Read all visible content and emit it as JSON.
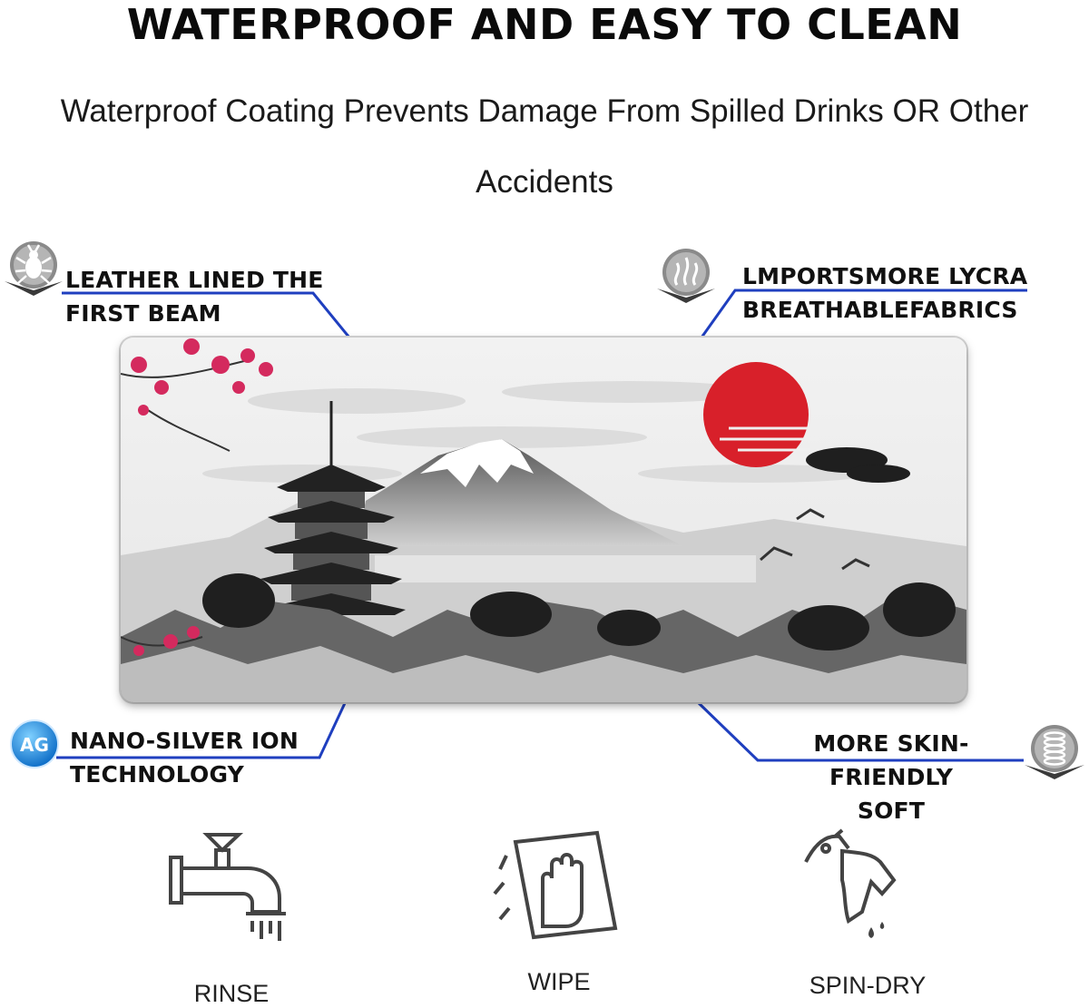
{
  "header": {
    "title": "WATERPROOF AND EASY TO CLEAN",
    "subtitle": "Waterproof Coating Prevents Damage From Spilled Drinks OR Other Accidents"
  },
  "features": {
    "top_left": {
      "line1": "LEATHER LINED THE",
      "line2": "FIRST BEAM",
      "icon": "beetle-icon"
    },
    "top_right": {
      "line1": "LMPORTSMORE LYCRA",
      "line2": "BREATHABLEFABRICS",
      "icon": "heat-waves-icon"
    },
    "bottom_left": {
      "line1": "NANO-SILVER ION",
      "line2": "TECHNOLOGY",
      "icon": "ag-badge-icon",
      "badge_text": "AG"
    },
    "bottom_right": {
      "line1": "MORE SKIN-FRIENDLY",
      "line2": "SOFT",
      "icon": "spring-icon"
    }
  },
  "product": {
    "name": "desk-mat",
    "scene": "mountain, pagoda, red sun, cherry blossoms, cranes"
  },
  "care": [
    {
      "label": "RINSE",
      "icon": "faucet-icon"
    },
    {
      "label": "WIPE",
      "icon": "wipe-hand-icon"
    },
    {
      "label": "SPIN-DRY",
      "icon": "spray-bottle-icon"
    }
  ],
  "colors": {
    "callout_line": "#1f3fbf",
    "sun": "#d8202a",
    "blossom": "#d42a5e",
    "badge": "#1e8fe0"
  }
}
